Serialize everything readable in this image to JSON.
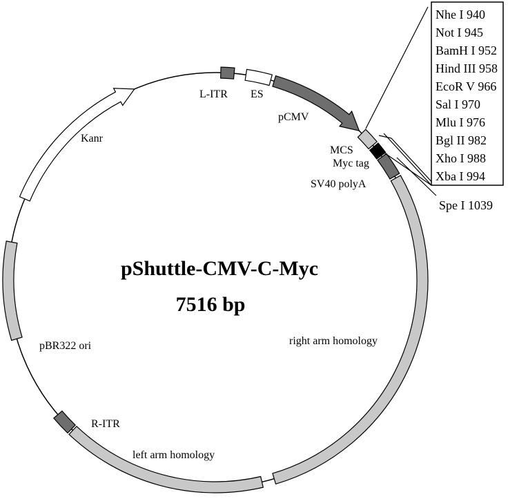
{
  "plasmid": {
    "name": "pShuttle-CMV-C-Myc",
    "size": "7516 bp"
  },
  "features": [
    {
      "key": "litr",
      "label": "L-ITR",
      "color": "#6e6e6e"
    },
    {
      "key": "es",
      "label": "ES",
      "color": "#ffffff"
    },
    {
      "key": "pcmv",
      "label": "pCMV",
      "color": "#6e6e6e"
    },
    {
      "key": "mcs",
      "label": "MCS",
      "color": "#c8c8c8"
    },
    {
      "key": "myc",
      "label": "Myc tag",
      "color": "#000000"
    },
    {
      "key": "sv40",
      "label": "SV40 polyA",
      "color": "#6e6e6e"
    },
    {
      "key": "rarm",
      "label": "right arm homology",
      "color": "#c8c8c8"
    },
    {
      "key": "larm",
      "label": "left arm homology",
      "color": "#c8c8c8"
    },
    {
      "key": "ritr",
      "label": "R-ITR",
      "color": "#6e6e6e"
    },
    {
      "key": "pbr",
      "label": "pBR322 ori",
      "color": "#c8c8c8"
    },
    {
      "key": "kanr",
      "label": "Kanr",
      "color": "#ffffff"
    }
  ],
  "mcs_sites": [
    "Nhe I 940",
    "Not I 945",
    "BamH I 952",
    "Hind  III 958",
    "EcoR V 966",
    "Sal I 970",
    "Mlu I 976",
    "Bgl II 982",
    "Xho I 988",
    "Xba I 994"
  ],
  "spe_site": "Spe I 1039"
}
